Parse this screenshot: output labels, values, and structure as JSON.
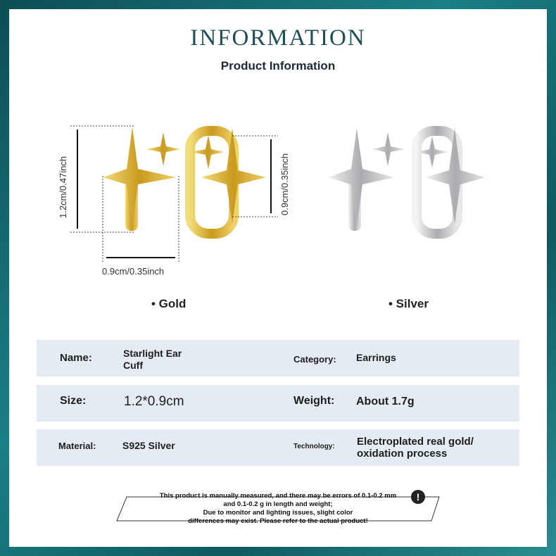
{
  "header": {
    "title": "INFORMATION",
    "subtitle": "Product Information"
  },
  "dimensions": {
    "height": "1.2cm/0.47inch",
    "inner_height": "0.9cm/0.35inch",
    "width": "0.9cm/0.35inch"
  },
  "variants": [
    "• Gold",
    "• Silver"
  ],
  "specs": [
    {
      "label": "Name:",
      "value": "Starlight Ear Cuff",
      "label2": "Category:",
      "value2": "Earrings"
    },
    {
      "label": "Size:",
      "value": "1.2*0.9cm",
      "label2": "Weight:",
      "value2": "About 1.7g"
    },
    {
      "label": "Material:",
      "value": "S925 Silver",
      "label2": "Technology:",
      "value2": "Electroplated real gold/ oxidation process"
    }
  ],
  "disclaimer": {
    "line1": "This product is manually measured, and there may be errors of 0.1-0.2 mm",
    "line2": "and 0.1-0.2 g in length and weight;",
    "line3": "Due to monitor and lighting issues, slight color",
    "line4": "differences may exist. Please refer to the actual product!",
    "icon": "!"
  },
  "colors": {
    "gold": "#d9b43a",
    "silver": "#c9cbce",
    "frame": "#1a7f86",
    "row": "#e5ebf2"
  }
}
